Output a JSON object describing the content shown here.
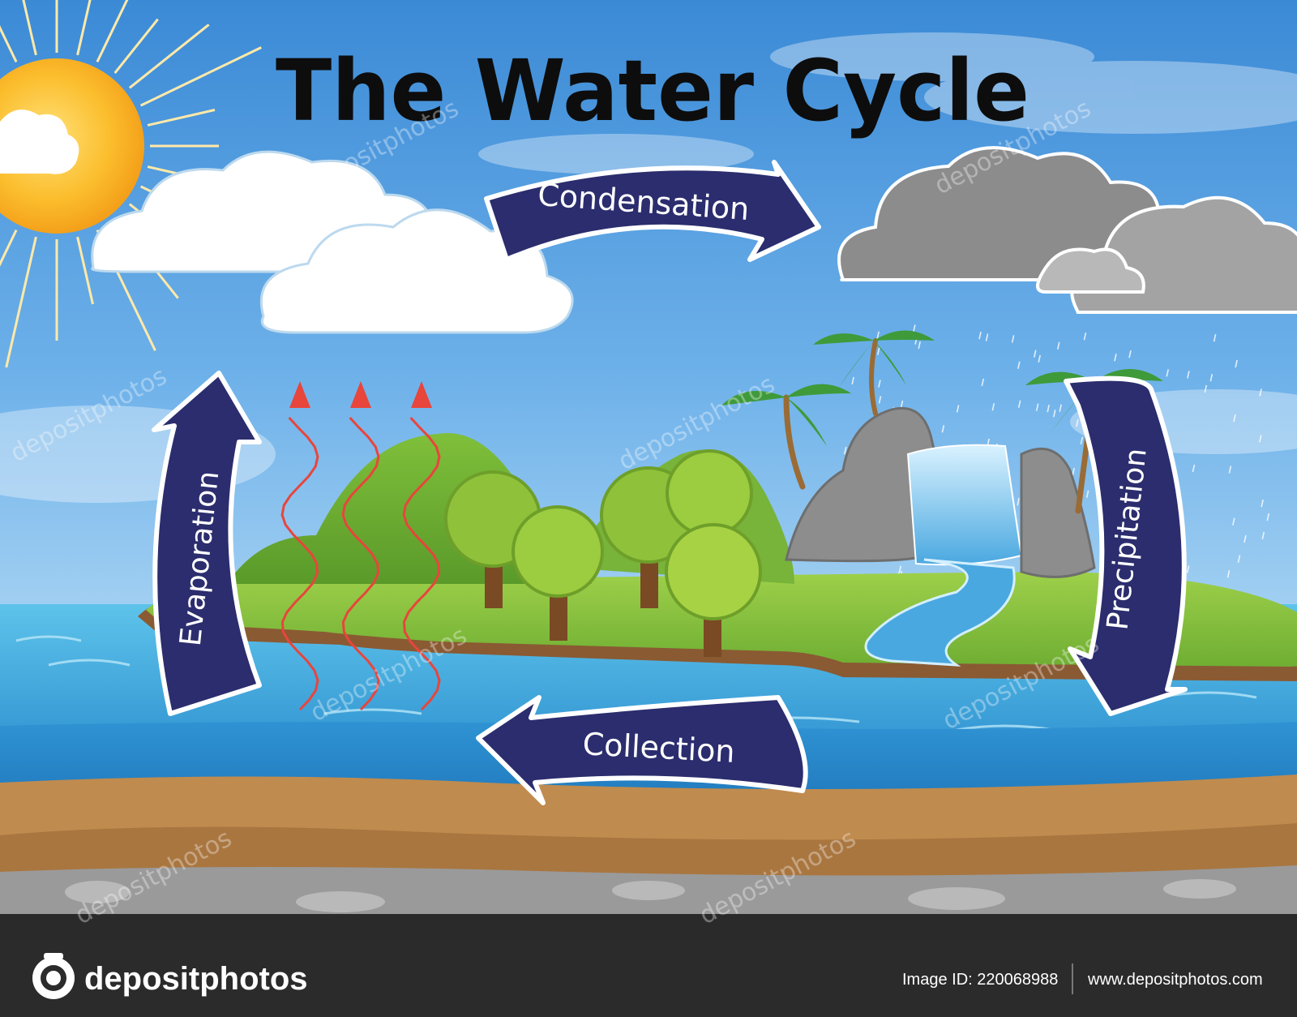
{
  "diagram": {
    "title": "The Water Cycle",
    "stages": {
      "condensation": "Condensation",
      "precipitation": "Precipitation",
      "collection": "Collection",
      "evaporation": "Evaporation"
    },
    "watermark": "depositphotos"
  },
  "footer": {
    "brand": "depositphotos",
    "image_id": "Image ID: 220068988",
    "website": "www.depositphotos.com"
  },
  "colors": {
    "arrow_fill": "#2b2d6e",
    "arrow_stroke": "#ffffff",
    "sky_top": "#3f8fd8",
    "sky_bottom": "#a8d3f2",
    "sea": "#3aa6d8",
    "grass": "#8cc63f",
    "soil": "#c79150",
    "sun": "#f7a21b",
    "footer_bg": "#2b2b2b",
    "heat_arrow": "#e8453c"
  },
  "icons": [
    "camera-icon",
    "sun-icon"
  ]
}
